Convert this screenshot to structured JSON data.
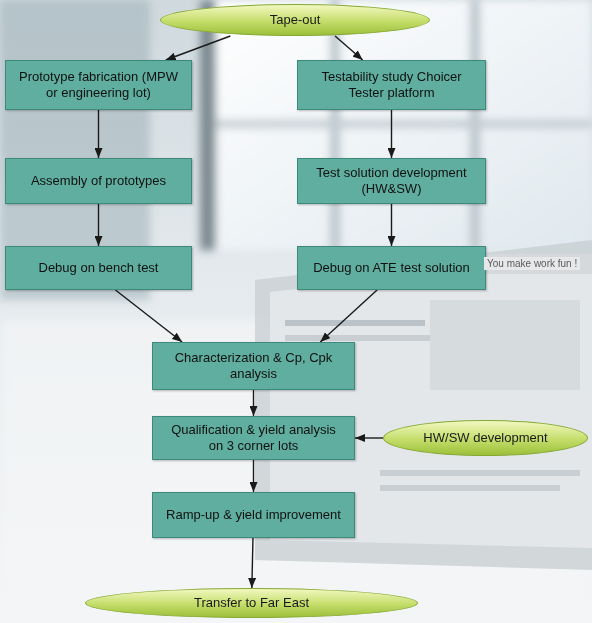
{
  "diagram": {
    "nodes": [
      {
        "text": [
          "Tape-out"
        ]
      },
      {
        "text": [
          "Prototype fabrication (MPW or engineering lot)"
        ]
      },
      {
        "text": [
          "Testability study Choicer Tester platform"
        ]
      },
      {
        "text": [
          "Assembly of prototypes"
        ]
      },
      {
        "text": [
          "Test solution development (HW&SW)"
        ]
      },
      {
        "text": [
          "Debug on bench test"
        ]
      },
      {
        "text": [
          "Debug on ATE test solution"
        ]
      },
      {
        "text": [
          "Characterization & Cp, Cpk analysis"
        ]
      },
      {
        "text": [
          "Qualification & yield analysis on 3 corner lots"
        ]
      },
      {
        "text": [
          "HW/SW development"
        ]
      },
      {
        "text": [
          "Ramp-up & yield improvement"
        ]
      },
      {
        "text": [
          "Transfer to Far East"
        ]
      }
    ],
    "edges": [
      {
        "from": 0,
        "to": 1,
        "arrow": "to"
      },
      {
        "from": 0,
        "to": 2,
        "arrow": "to"
      },
      {
        "from": 1,
        "to": 3,
        "arrow": "to"
      },
      {
        "from": 2,
        "to": 4,
        "arrow": "to"
      },
      {
        "from": 3,
        "to": 5,
        "arrow": "to"
      },
      {
        "from": 4,
        "to": 6,
        "arrow": "to"
      },
      {
        "from": 5,
        "to": 7,
        "arrow": "to"
      },
      {
        "from": 6,
        "to": 7,
        "arrow": "to"
      },
      {
        "from": 7,
        "to": 8,
        "arrow": "to"
      },
      {
        "from": 9,
        "to": 8,
        "arrow": "to"
      },
      {
        "from": 8,
        "to": 10,
        "arrow": "to"
      },
      {
        "from": 10,
        "to": 11,
        "arrow": "to"
      }
    ],
    "labels": [
      "You make work fun !"
    ]
  }
}
